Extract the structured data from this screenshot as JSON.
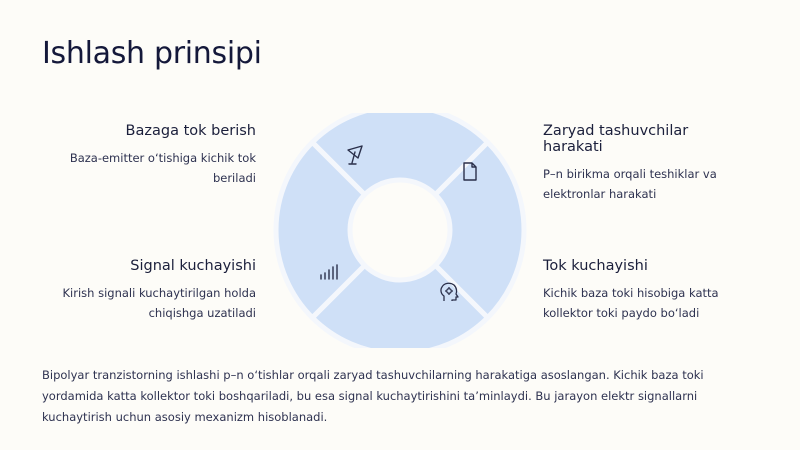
{
  "title": "Ishlash prinsipi",
  "items": [
    {
      "heading": "Bazaga tok berish",
      "desc": "Baza-emitter o‘tishiga kichik tok beriladi",
      "icon": "antenna-icon"
    },
    {
      "heading": "Zaryad tashuvchilar harakati",
      "desc": "P–n birikma orqali teshiklar va elektronlar harakati",
      "icon": "document-icon"
    },
    {
      "heading": "Signal kuchayishi",
      "desc": "Kirish signali kuchaytirilgan holda chiqishga uzatiladi",
      "icon": "signal-bars-icon"
    },
    {
      "heading": "Tok kuchayishi",
      "desc": "Kichik baza toki hisobiga katta kollektor toki paydo bo‘ladi",
      "icon": "head-gear-icon"
    }
  ],
  "summary": "Bipolyar tranzistorning ishlashi p–n o‘tishlar orqali zaryad tashuvchilarning harakatiga asoslangan. Kichik baza toki yordamida katta kollektor toki boshqariladi, bu esa signal kuchaytirishini ta’minlaydi. Bu jarayon elektr signallarni kuchaytirish uchun asosiy mexanizm hisoblanadi.",
  "colors": {
    "segment": "#cfe0f7",
    "divider": "#f4f7fc",
    "icon": "#2a2f4a",
    "background": "#fdfcf8"
  }
}
